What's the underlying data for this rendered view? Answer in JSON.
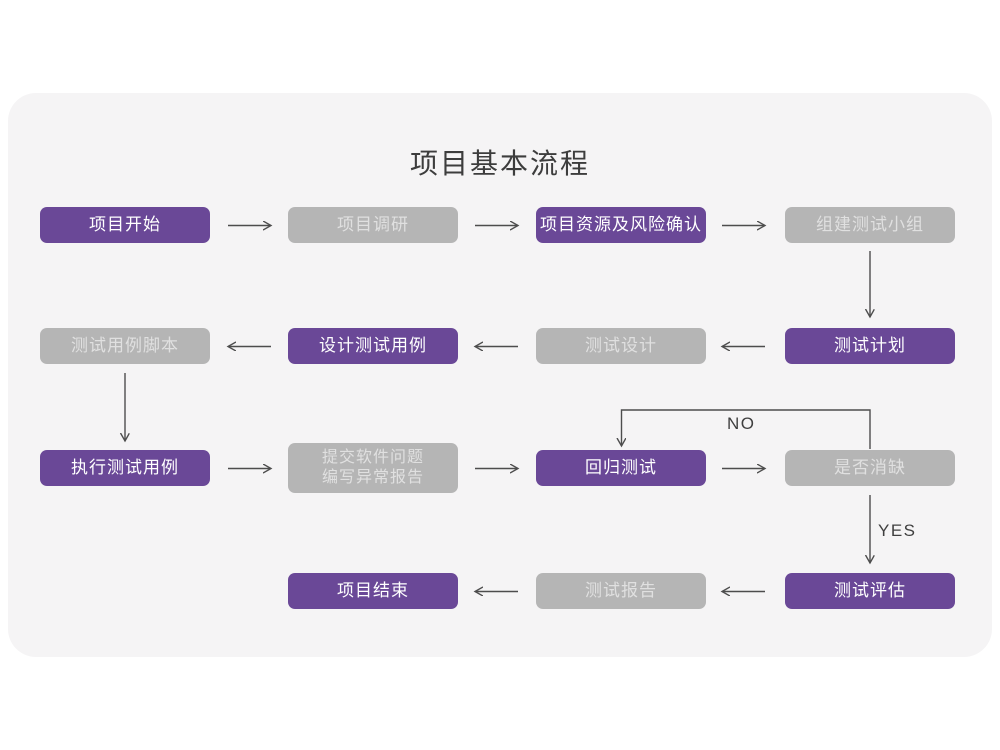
{
  "title": "项目基本流程",
  "colors": {
    "page_background": "#ffffff",
    "panel_background": "#f5f4f5",
    "node_purple": "#6a4897",
    "node_gray": "#b5b5b5",
    "node_text_on_purple": "#ffffff",
    "node_text_on_gray": "#e0e0e0",
    "connector": "#4d4d4d",
    "title_text": "#3d3d3d"
  },
  "nodes": [
    {
      "id": "project-start",
      "label": "项目开始",
      "variant": "purple"
    },
    {
      "id": "project-research",
      "label": "项目调研",
      "variant": "gray"
    },
    {
      "id": "resource-risk-confirm",
      "label": "项目资源及风险确认",
      "variant": "purple"
    },
    {
      "id": "build-test-team",
      "label": "组建测试小组",
      "variant": "gray"
    },
    {
      "id": "test-plan",
      "label": "测试计划",
      "variant": "purple"
    },
    {
      "id": "test-design",
      "label": "测试设计",
      "variant": "gray"
    },
    {
      "id": "design-test-cases",
      "label": "设计测试用例",
      "variant": "purple"
    },
    {
      "id": "test-case-script",
      "label": "测试用例脚本",
      "variant": "gray"
    },
    {
      "id": "execute-test-cases",
      "label": "执行测试用例",
      "variant": "purple"
    },
    {
      "id": "submit-issues",
      "label": "提交软件问题\n编写异常报告",
      "variant": "gray"
    },
    {
      "id": "regression-test",
      "label": "回归测试",
      "variant": "purple"
    },
    {
      "id": "defect-cleared",
      "label": "是否消缺",
      "variant": "gray"
    },
    {
      "id": "test-evaluation",
      "label": "测试评估",
      "variant": "purple"
    },
    {
      "id": "test-report",
      "label": "测试报告",
      "variant": "gray"
    },
    {
      "id": "project-end",
      "label": "项目结束",
      "variant": "purple"
    }
  ],
  "edge_labels": {
    "no": "NO",
    "yes": "YES"
  },
  "edges": [
    {
      "from": "project-start",
      "to": "project-research"
    },
    {
      "from": "project-research",
      "to": "resource-risk-confirm"
    },
    {
      "from": "resource-risk-confirm",
      "to": "build-test-team"
    },
    {
      "from": "build-test-team",
      "to": "test-plan"
    },
    {
      "from": "test-plan",
      "to": "test-design"
    },
    {
      "from": "test-design",
      "to": "design-test-cases"
    },
    {
      "from": "design-test-cases",
      "to": "test-case-script"
    },
    {
      "from": "test-case-script",
      "to": "execute-test-cases"
    },
    {
      "from": "execute-test-cases",
      "to": "submit-issues"
    },
    {
      "from": "submit-issues",
      "to": "regression-test"
    },
    {
      "from": "regression-test",
      "to": "defect-cleared"
    },
    {
      "from": "defect-cleared",
      "to": "regression-test",
      "label": "NO"
    },
    {
      "from": "defect-cleared",
      "to": "test-evaluation",
      "label": "YES"
    },
    {
      "from": "test-evaluation",
      "to": "test-report"
    },
    {
      "from": "test-report",
      "to": "project-end"
    }
  ]
}
